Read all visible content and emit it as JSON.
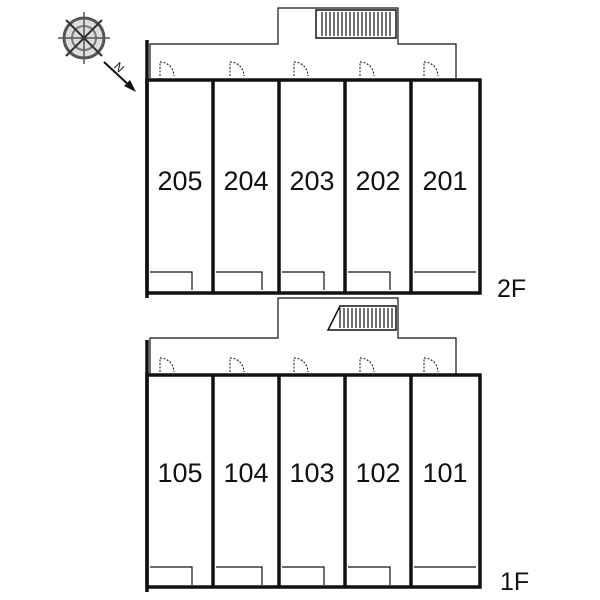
{
  "compass": {
    "icon": "compass-icon",
    "direction_letter": "N"
  },
  "floors": [
    {
      "id": "2F",
      "label": "2F",
      "rooms": [
        "205",
        "204",
        "203",
        "202",
        "201"
      ]
    },
    {
      "id": "1F",
      "label": "1F",
      "rooms": [
        "105",
        "104",
        "103",
        "102",
        "101"
      ]
    }
  ]
}
